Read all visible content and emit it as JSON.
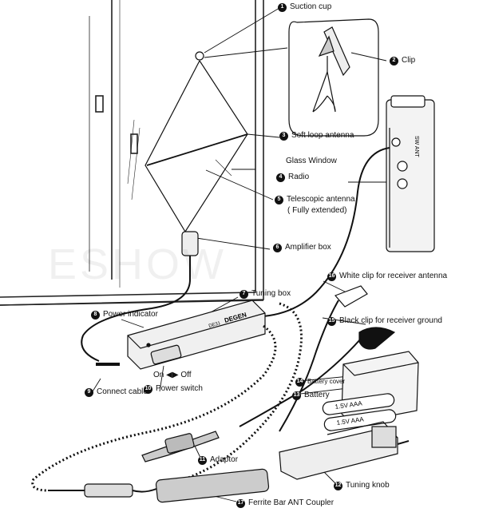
{
  "labels": {
    "suction_cup": {
      "num": "1",
      "text": "Suction cup"
    },
    "clip": {
      "num": "2",
      "text": "Clip"
    },
    "soft_loop": {
      "num": "3",
      "text": "Soft loop antenna"
    },
    "glass_window": {
      "text": "Glass Window"
    },
    "radio": {
      "num": "4",
      "text": "Radio"
    },
    "telescopic": {
      "num": "5",
      "text": "Telescopic antenna",
      "sub": "( Fully extended)"
    },
    "amplifier": {
      "num": "6",
      "text": "Amplifier box"
    },
    "white_clip": {
      "num": "16",
      "text": "White clip for receiver antenna"
    },
    "tuning_box": {
      "num": "7",
      "text": "Tuning box"
    },
    "power_indicator": {
      "num": "8",
      "text": "Power indicator"
    },
    "black_clip": {
      "num": "15",
      "text": "Black clip for receiver ground"
    },
    "connect_cable": {
      "num": "9",
      "text": "Connect cable"
    },
    "on_off": {
      "on": "On",
      "off": "Off"
    },
    "power_switch": {
      "num": "10",
      "text": "Power switch"
    },
    "battery_cover": {
      "num": "14",
      "text": "Battery cover"
    },
    "battery": {
      "num": "13",
      "text": "Battery"
    },
    "adaptor": {
      "num": "11",
      "text": "Adaptor"
    },
    "tuning_knob": {
      "num": "12",
      "text": "Tuning knob"
    },
    "ferrite": {
      "num": "17",
      "text": "Ferrite Bar ANT Coupler"
    }
  },
  "device_text": {
    "degen": "DEGEN",
    "model": "DE31",
    "sw_ant": "SW ANT",
    "battery_cell": "1.5V AAA"
  }
}
